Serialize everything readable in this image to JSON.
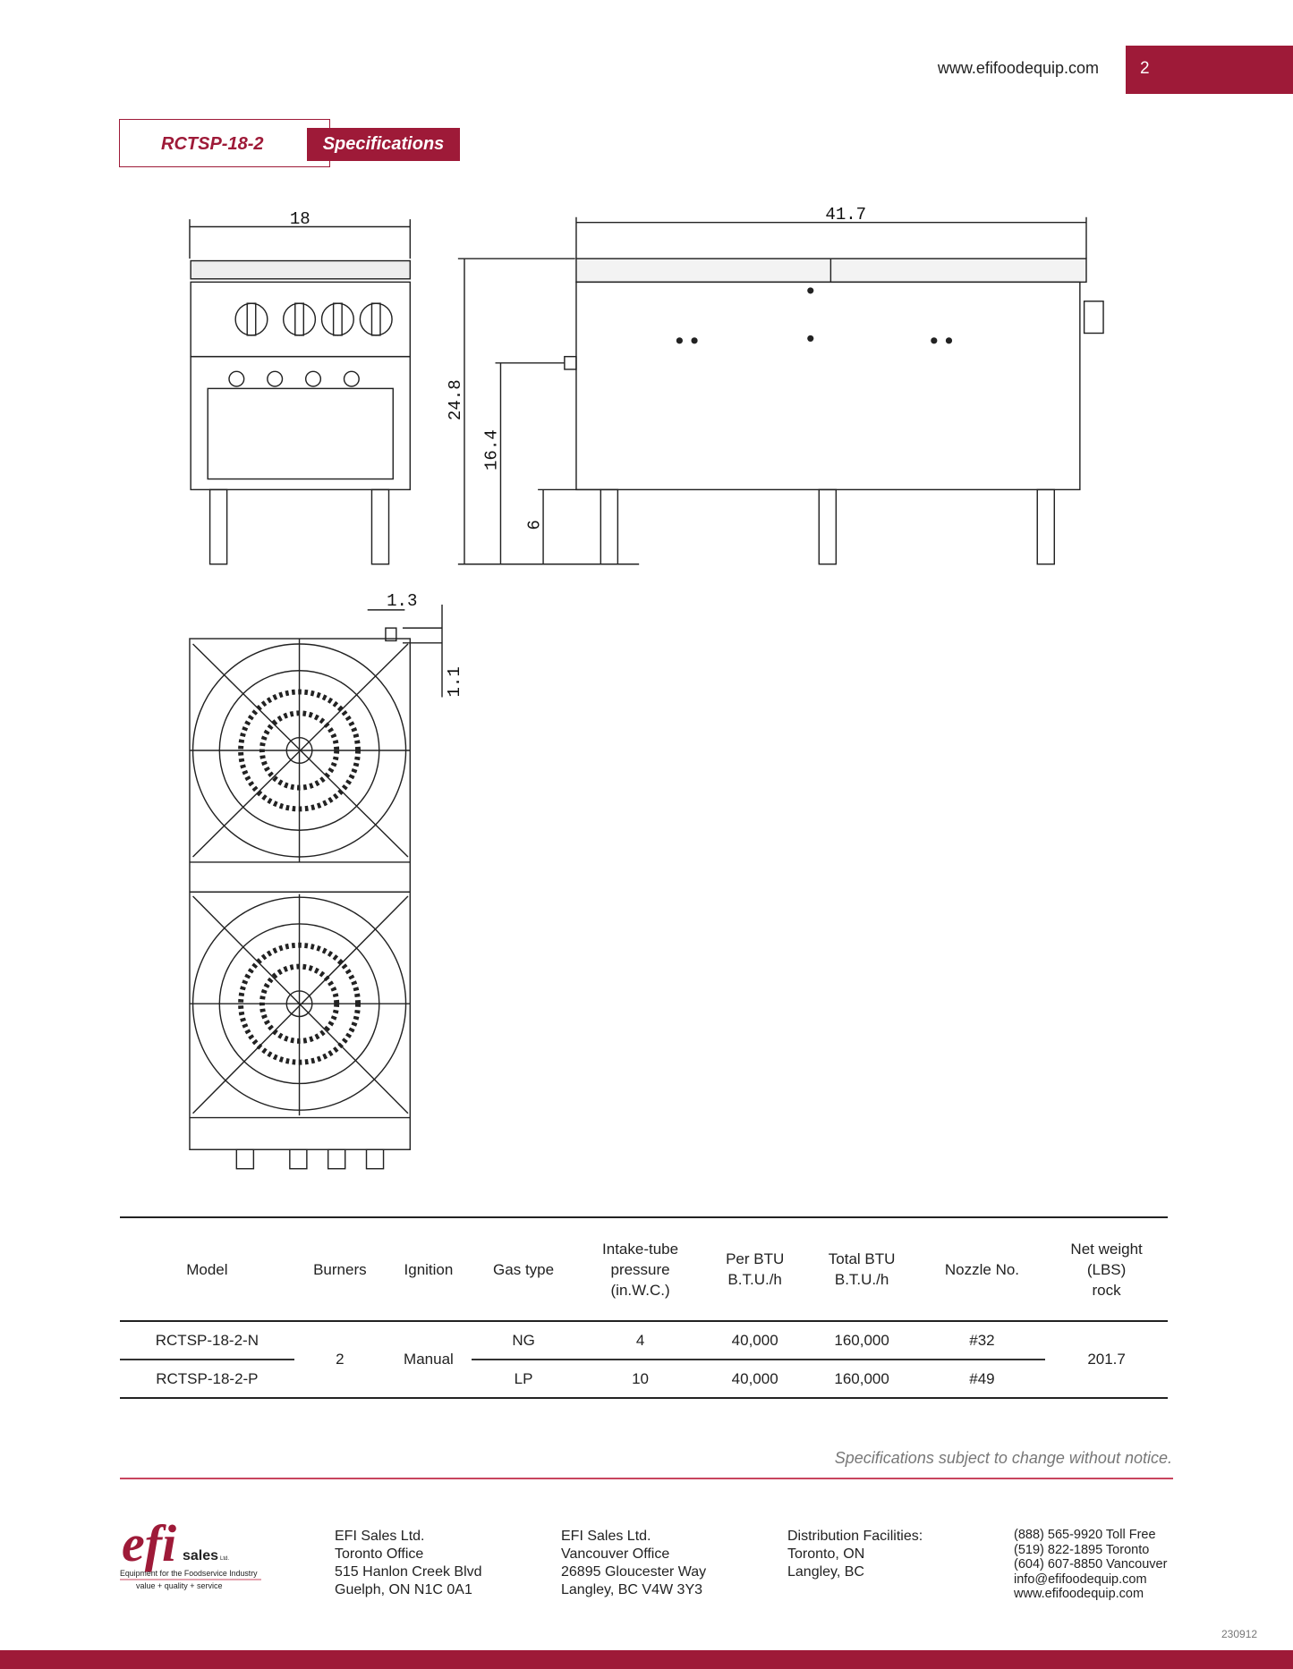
{
  "header": {
    "url": "www.efifoodequip.com",
    "page_number": "2"
  },
  "title": {
    "model": "RCTSP-18-2",
    "section": "Specifications"
  },
  "drawing": {
    "front_width": "18",
    "side_length": "41.7",
    "total_height": "24.8",
    "gas_inlet_height": "16.4",
    "leg_height": "6",
    "inlet_offset_x": "1.3",
    "inlet_offset_y": "1.1"
  },
  "table": {
    "headers": [
      [
        "Model"
      ],
      [
        "Burners"
      ],
      [
        "Ignition"
      ],
      [
        "Gas type"
      ],
      [
        "Intake-tube",
        "pressure",
        "(in.W.C.)"
      ],
      [
        "Per BTU",
        "B.T.U./h"
      ],
      [
        "Total BTU",
        "B.T.U./h"
      ],
      [
        "Nozzle No."
      ],
      [
        "Net weight",
        "(LBS)",
        "rock"
      ]
    ],
    "burners": "2",
    "ignition": "Manual",
    "net_weight": "201.7",
    "rows": [
      {
        "model": "RCTSP-18-2-N",
        "gas": "NG",
        "pressure": "4",
        "per_btu": "40,000",
        "total_btu": "160,000",
        "nozzle": "#32"
      },
      {
        "model": "RCTSP-18-2-P",
        "gas": "LP",
        "pressure": "10",
        "per_btu": "40,000",
        "total_btu": "160,000",
        "nozzle": "#49"
      }
    ]
  },
  "note": "Specifications subject to change without notice.",
  "footer": {
    "logo": {
      "brand": "efi",
      "sub": "sales",
      "ltd": "Ltd.",
      "tagline": "Equipment for the Foodservice Industry",
      "values": "value + quality + service"
    },
    "toronto": [
      "EFI Sales Ltd.",
      "Toronto Office",
      "515 Hanlon Creek Blvd",
      "Guelph, ON N1C 0A1"
    ],
    "vancouver": [
      "EFI Sales Ltd.",
      "Vancouver Office",
      "26895 Gloucester Way",
      "Langley, BC V4W 3Y3"
    ],
    "distribution": [
      "Distribution Facilities:",
      "Toronto, ON",
      "Langley, BC"
    ],
    "contacts": [
      "(888) 565-9920 Toll Free",
      "(519) 822-1895 Toronto",
      "(604) 607-8850 Vancouver",
      "info@efifoodequip.com",
      "www.efifoodequip.com"
    ],
    "doc_id": "230912"
  },
  "colors": {
    "brand": "#9e1a38"
  }
}
